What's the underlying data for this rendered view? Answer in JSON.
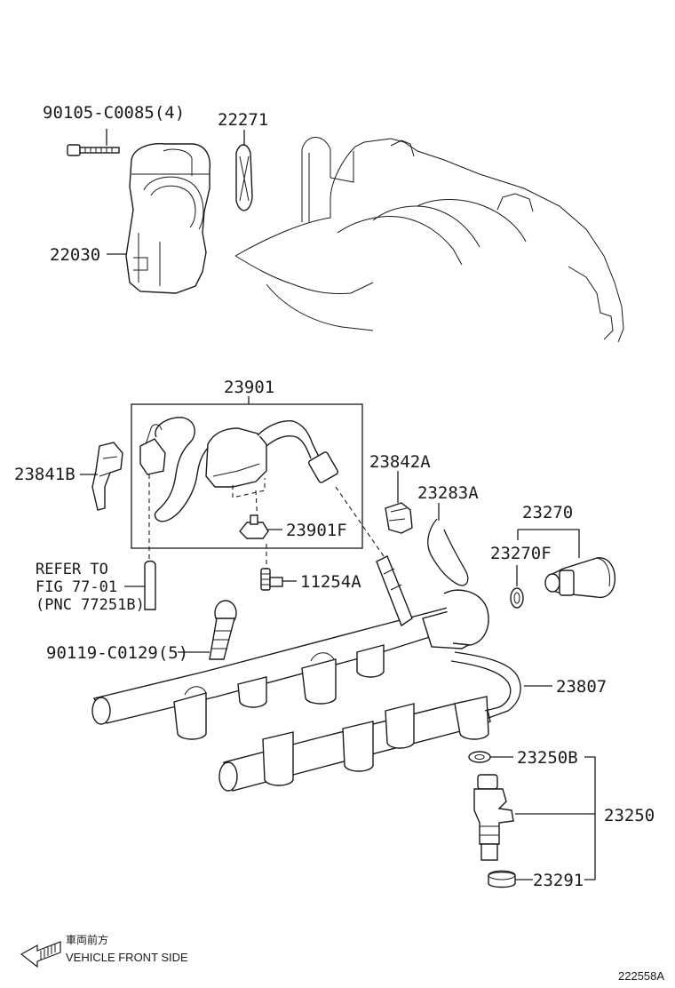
{
  "labels": {
    "bolt_throttle": "90105-C0085(4)",
    "gasket": "22271",
    "throttle_body": "22030",
    "vacuum_hose_assy": "23901",
    "clip": "23841B",
    "bracket": "23842A",
    "wire": "23283A",
    "pressure_regulator": "23270",
    "regulator_oring": "23270F",
    "valve": "23901F",
    "union_bolt": "11254A",
    "refer_line1": "REFER TO",
    "refer_line2": "FIG 77-01",
    "refer_line3": "(PNC 77251B)",
    "bolt_rail": "90119-C0129(5)",
    "fuel_pipe": "23807",
    "insulator": "23250B",
    "injector": "23250",
    "cushion": "23291"
  },
  "footer": {
    "direction_jp": "車両前方",
    "direction_en": "VEHICLE FRONT SIDE",
    "figure_code": "222558A"
  }
}
